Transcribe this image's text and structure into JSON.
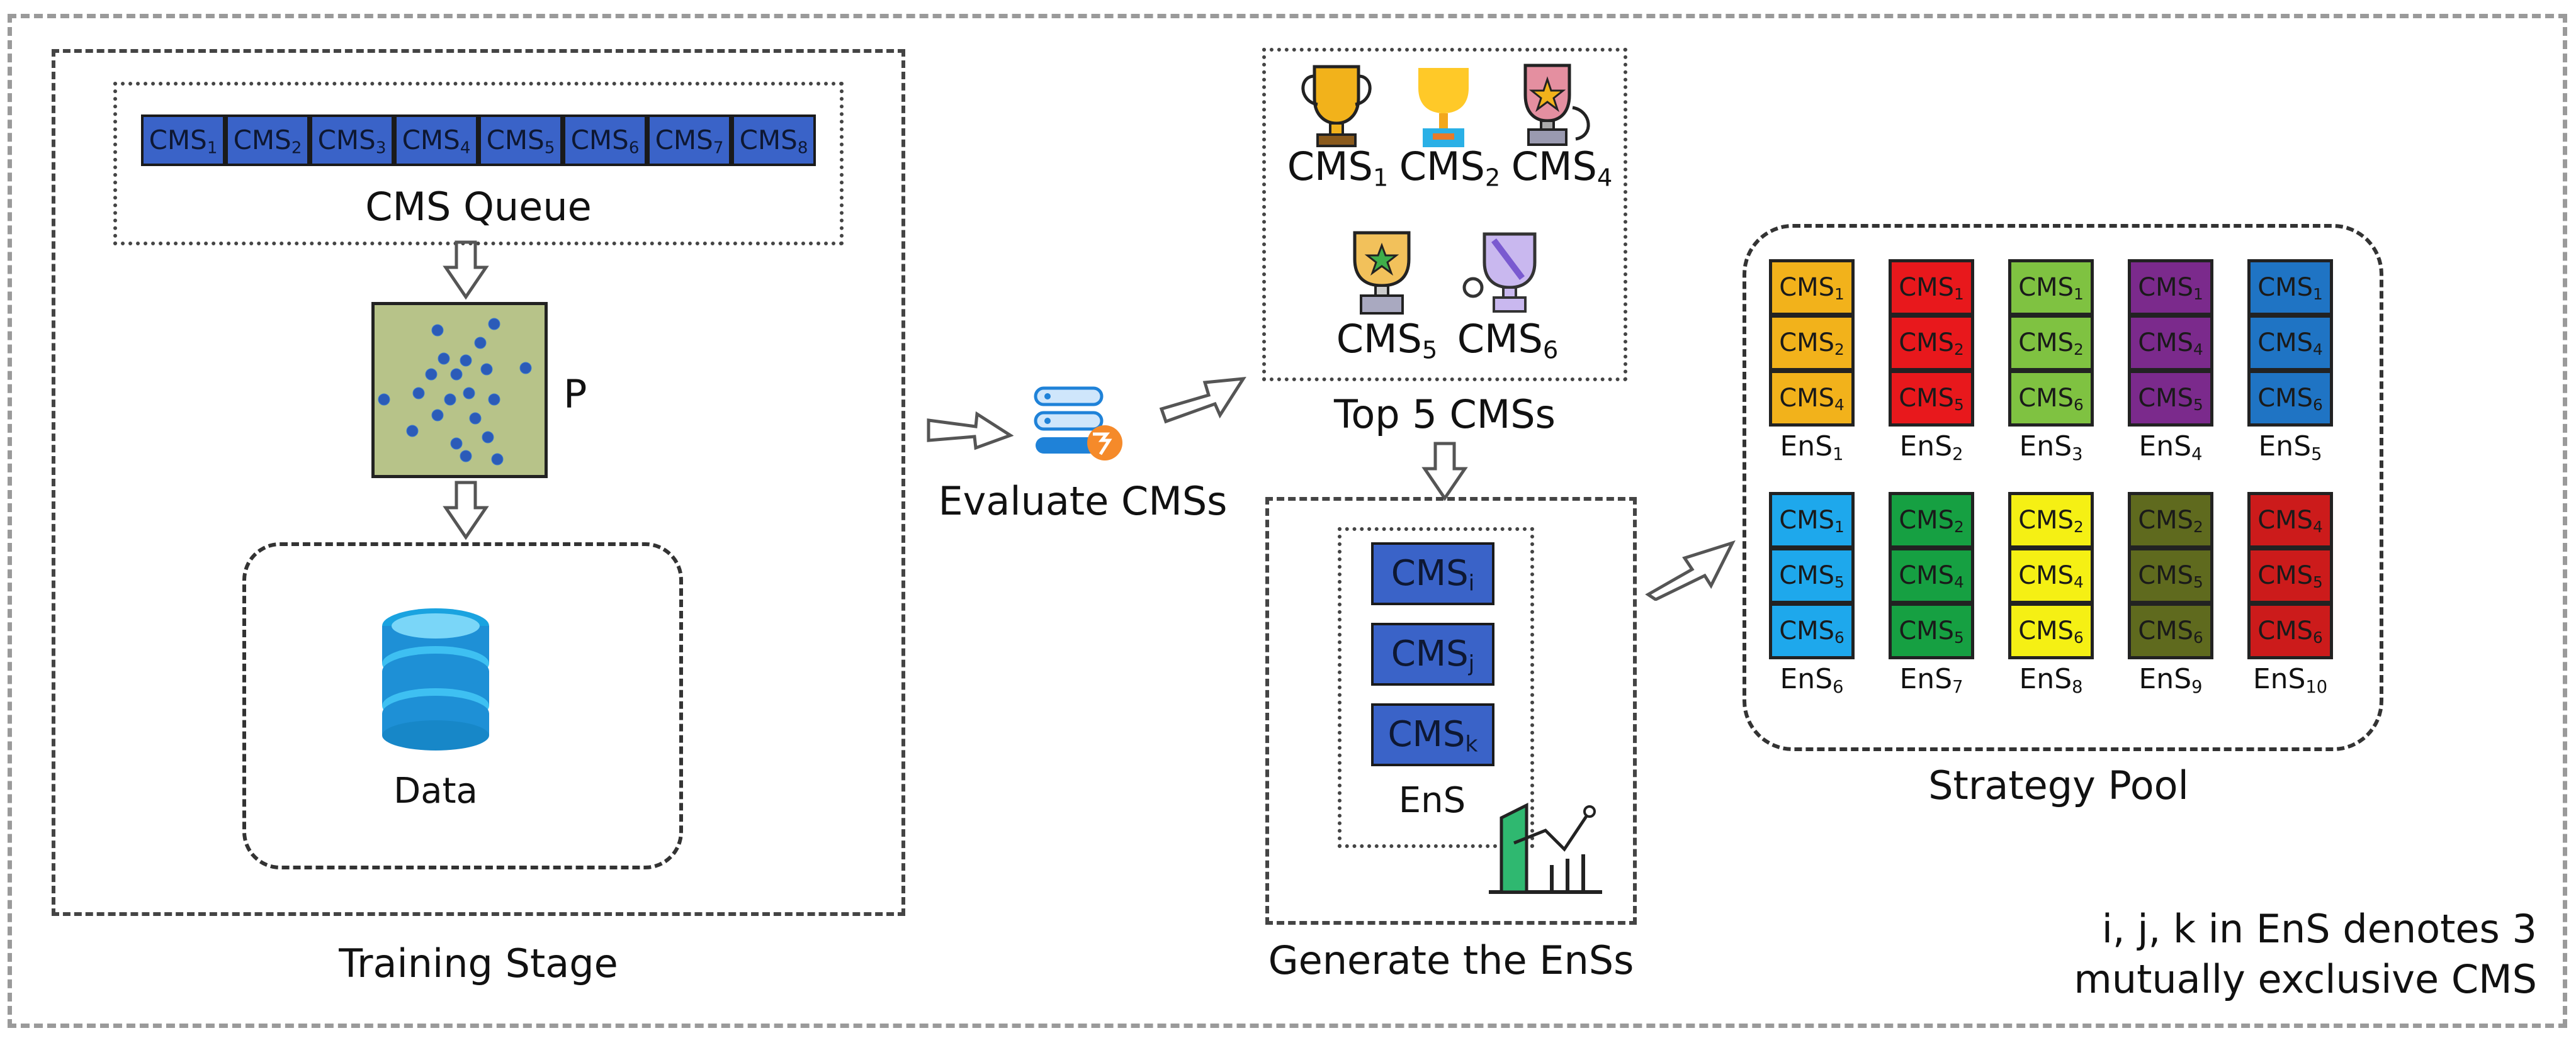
{
  "cms_queue": {
    "label": "CMS Queue",
    "items": [
      "CMS1",
      "CMS2",
      "CMS3",
      "CMS4",
      "CMS5",
      "CMS6",
      "CMS7",
      "CMS8"
    ]
  },
  "p_label": "P",
  "data_label": "Data",
  "training_label": "Training Stage",
  "evaluate_label": "Evaluate CMSs",
  "top5": {
    "label": "Top 5 CMSs",
    "items": [
      "CMS1",
      "CMS2",
      "CMS4",
      "CMS5",
      "CMS6"
    ]
  },
  "generate": {
    "label": "Generate the EnSs",
    "ens_label": "EnS",
    "items": [
      "CMSi",
      "CMSj",
      "CMSk"
    ]
  },
  "pool": {
    "label": "Strategy Pool",
    "strategies": [
      {
        "name": "EnS1",
        "color": "#f2b21b",
        "cells": [
          "CMS1",
          "CMS2",
          "CMS4"
        ]
      },
      {
        "name": "EnS2",
        "color": "#e8181c",
        "cells": [
          "CMS1",
          "CMS2",
          "CMS5"
        ]
      },
      {
        "name": "EnS3",
        "color": "#7fc241",
        "cells": [
          "CMS1",
          "CMS2",
          "CMS6"
        ]
      },
      {
        "name": "EnS4",
        "color": "#7b2a8c",
        "cells": [
          "CMS1",
          "CMS4",
          "CMS5"
        ]
      },
      {
        "name": "EnS5",
        "color": "#1f74c4",
        "cells": [
          "CMS1",
          "CMS4",
          "CMS6"
        ]
      },
      {
        "name": "EnS6",
        "color": "#1ea8ec",
        "cells": [
          "CMS1",
          "CMS5",
          "CMS6"
        ]
      },
      {
        "name": "EnS7",
        "color": "#16a042",
        "cells": [
          "CMS2",
          "CMS4",
          "CMS5"
        ]
      },
      {
        "name": "EnS8",
        "color": "#f5f014",
        "cells": [
          "CMS2",
          "CMS4",
          "CMS6"
        ]
      },
      {
        "name": "EnS9",
        "color": "#5f6a1e",
        "cells": [
          "CMS2",
          "CMS5",
          "CMS6"
        ]
      },
      {
        "name": "EnS10",
        "color": "#cc1b1b",
        "cells": [
          "CMS4",
          "CMS5",
          "CMS6"
        ]
      }
    ]
  },
  "note": {
    "line1": "i, j, k in EnS denotes 3",
    "line2": "mutually exclusive CMS"
  }
}
